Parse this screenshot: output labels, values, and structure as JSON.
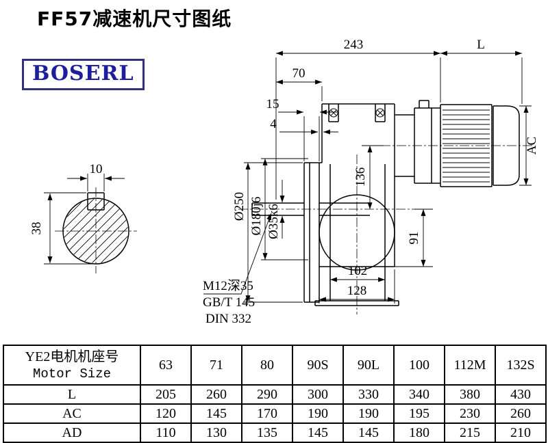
{
  "page": {
    "title": "FF57减速机尺寸图纸",
    "logo_text": "BOSERL"
  },
  "drawing": {
    "dim_243": "243",
    "dim_L": "L",
    "dim_70": "70",
    "dim_15": "15",
    "dim_4": "4",
    "dim_AC": "AC",
    "dim_136": "136",
    "dim_91": "91",
    "dim_102": "102",
    "dim_128": "128",
    "dim_10": "10",
    "dim_38": "38",
    "dia_flange": "Ø250",
    "dia_spigot": "Ø180j6",
    "dia_bore": "Ø35k6",
    "thread_note": "M12深35",
    "std_gb": "GB/T 145",
    "std_din": "DIN 332"
  },
  "table": {
    "header": {
      "line1": "YE2电机机座号",
      "line2": "Motor Size"
    },
    "motor_sizes": [
      "63",
      "71",
      "80",
      "90S",
      "90L",
      "100",
      "112M",
      "132S"
    ],
    "rows": [
      {
        "label": "L",
        "values": [
          "205",
          "260",
          "290",
          "300",
          "330",
          "340",
          "380",
          "430"
        ]
      },
      {
        "label": "AC",
        "values": [
          "120",
          "145",
          "170",
          "190",
          "190",
          "195",
          "230",
          "260"
        ]
      },
      {
        "label": "AD",
        "values": [
          "110",
          "130",
          "135",
          "145",
          "145",
          "180",
          "215",
          "210"
        ]
      }
    ]
  }
}
